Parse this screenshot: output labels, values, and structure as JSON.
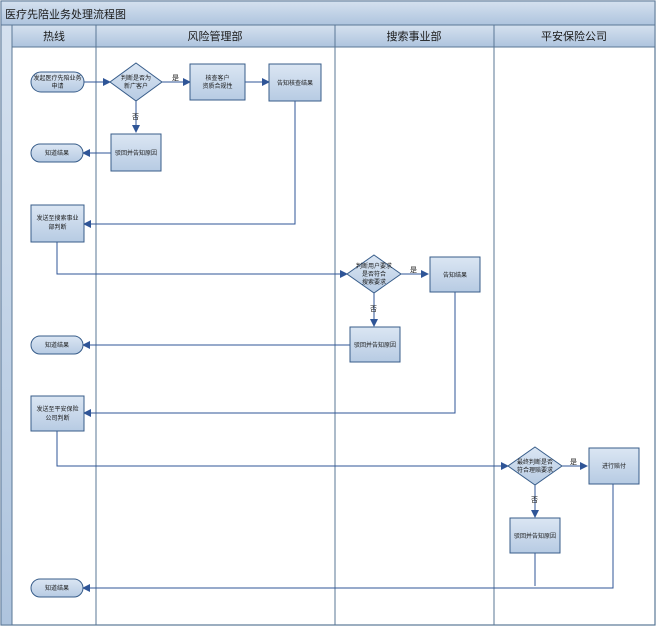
{
  "title": "医疗先陪业务处理流程图",
  "lanes": [
    "热线",
    "风险管理部",
    "搜索事业部",
    "平安保险公司"
  ],
  "nodes": {
    "start": [
      "发起医疗先陪业务",
      "申请"
    ],
    "judge_customer": [
      "判断是否为",
      "新广客户"
    ],
    "check_qual": [
      "核查客户",
      "资质合规性"
    ],
    "notify_check": [
      "告知核查结果"
    ],
    "know_result_1": [
      "知道结果"
    ],
    "reject_1": [
      "驳回并告知原因"
    ],
    "send_search": [
      "发送至搜索事业",
      "部判断"
    ],
    "judge_search": [
      "判断用户要求",
      "是否符合",
      "搜索要求"
    ],
    "notify_result": [
      "告知结果"
    ],
    "know_result_2": [
      "知道结果"
    ],
    "reject_2": [
      "驳回并告知原因"
    ],
    "send_pingan": [
      "发送至平安保险",
      "公司判断"
    ],
    "judge_pingan": [
      "最终判断是否",
      "符合理赔要求"
    ],
    "pay": [
      "进行赔付"
    ],
    "reject_3": [
      "驳回并告知原因"
    ],
    "know_result_3": [
      "知道结果"
    ]
  },
  "edge_labels": {
    "yes": "是",
    "no": "否"
  },
  "colors": {
    "header_bg": "#b9cde5",
    "lane_border": "#5a7796",
    "node_fill": "#c5d6ea",
    "node_stroke": "#385d8a",
    "line": "#2f5597"
  }
}
